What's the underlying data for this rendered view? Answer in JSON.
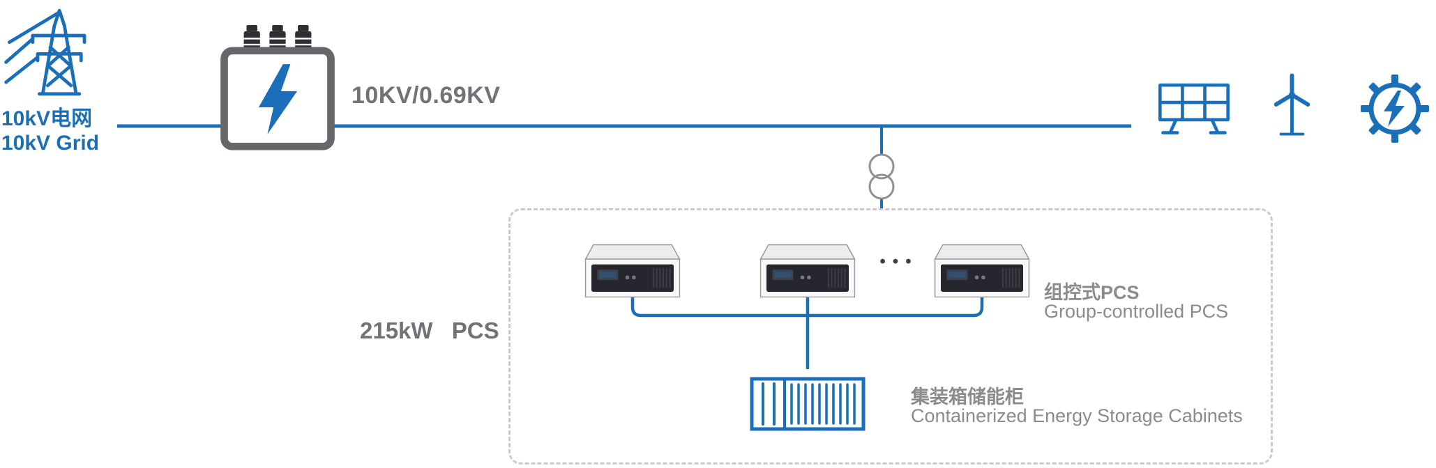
{
  "colors": {
    "accent_blue": "#1B6EB8",
    "device_gray": "#66676A",
    "title_gray": "#717275",
    "label_gray": "#8A8B8D",
    "dashed_border": "#CBCBCB"
  },
  "grid_source": {
    "label_cn": "10kV电网",
    "label_en": "10kV Grid"
  },
  "transformer": {
    "ratio_label": "10KV/0.69KV"
  },
  "pcs_group": {
    "rating_label": "215kW PCS",
    "label_cn": "组控式PCS",
    "label_en": "Group-controlled PCS",
    "ellipsis": "•••"
  },
  "storage": {
    "label_cn": "集装箱储能柜",
    "label_en": "Containerized Energy Storage Cabinets"
  }
}
